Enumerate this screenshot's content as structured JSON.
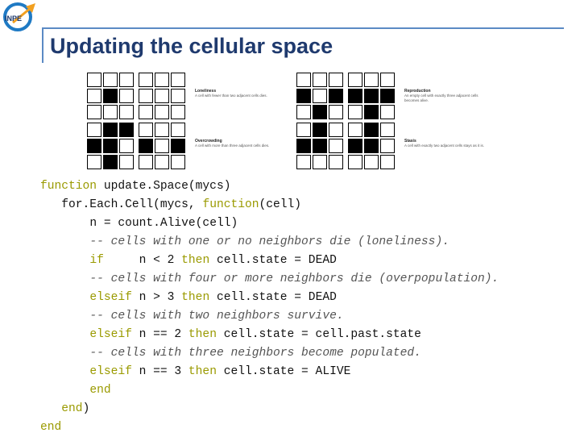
{
  "slide": {
    "title": "Updating the cellular space",
    "logo_text": "INPE"
  },
  "rules": [
    {
      "title": "Loneliness",
      "desc": "A cell with fewer than two adjacent cells dies."
    },
    {
      "title": "Overcrowding",
      "desc": "A cell with more than three adjacent cells dies."
    },
    {
      "title": "Reproduction",
      "desc": "An empty cell with exactly three adjacent cells becomes alive."
    },
    {
      "title": "Stasis",
      "desc": "A cell with exactly two adjacent cells stays as it is."
    }
  ],
  "grids": [
    [
      [
        0,
        0,
        0
      ],
      [
        0,
        1,
        0
      ],
      [
        0,
        0,
        0
      ]
    ],
    [
      [
        0,
        0,
        0
      ],
      [
        0,
        0,
        0
      ],
      [
        0,
        0,
        0
      ]
    ],
    [
      [
        0,
        1,
        1
      ],
      [
        1,
        1,
        0
      ],
      [
        0,
        1,
        0
      ]
    ],
    [
      [
        0,
        0,
        0
      ],
      [
        1,
        0,
        1
      ],
      [
        0,
        0,
        0
      ]
    ],
    [
      [
        0,
        0,
        0
      ],
      [
        1,
        0,
        1
      ],
      [
        0,
        1,
        0
      ]
    ],
    [
      [
        0,
        0,
        0
      ],
      [
        1,
        1,
        1
      ],
      [
        0,
        1,
        0
      ]
    ],
    [
      [
        0,
        1,
        0
      ],
      [
        1,
        1,
        0
      ],
      [
        0,
        0,
        0
      ]
    ],
    [
      [
        0,
        1,
        0
      ],
      [
        1,
        1,
        0
      ],
      [
        0,
        0,
        0
      ]
    ]
  ],
  "code": [
    {
      "indent": "",
      "parts": [
        {
          "t": "function",
          "c": "kw"
        },
        {
          "t": " update.Space(mycs)",
          "c": ""
        }
      ]
    },
    {
      "indent": "   ",
      "parts": [
        {
          "t": "for.Each.Cell(mycs, ",
          "c": ""
        },
        {
          "t": "function",
          "c": "kw"
        },
        {
          "t": "(cell)",
          "c": ""
        }
      ]
    },
    {
      "indent": "       ",
      "parts": [
        {
          "t": "n = count.Alive(cell)",
          "c": ""
        }
      ]
    },
    {
      "indent": "       ",
      "parts": [
        {
          "t": "-- cells with one or no neighbors die (loneliness).",
          "c": "cm"
        }
      ]
    },
    {
      "indent": "       ",
      "parts": [
        {
          "t": "if",
          "c": "kw"
        },
        {
          "t": "     n < 2 ",
          "c": ""
        },
        {
          "t": "then",
          "c": "kw"
        },
        {
          "t": " cell.state = DEAD",
          "c": ""
        }
      ]
    },
    {
      "indent": "       ",
      "parts": [
        {
          "t": "-- cells with four or more neighbors die (overpopulation).",
          "c": "cm"
        }
      ]
    },
    {
      "indent": "       ",
      "parts": [
        {
          "t": "elseif",
          "c": "kw"
        },
        {
          "t": " n > 3 ",
          "c": ""
        },
        {
          "t": "then",
          "c": "kw"
        },
        {
          "t": " cell.state = DEAD",
          "c": ""
        }
      ]
    },
    {
      "indent": "       ",
      "parts": [
        {
          "t": "-- cells with two neighbors survive.",
          "c": "cm"
        }
      ]
    },
    {
      "indent": "       ",
      "parts": [
        {
          "t": "elseif",
          "c": "kw"
        },
        {
          "t": " n == 2 ",
          "c": ""
        },
        {
          "t": "then",
          "c": "kw"
        },
        {
          "t": " cell.state = cell.past.state",
          "c": ""
        }
      ]
    },
    {
      "indent": "       ",
      "parts": [
        {
          "t": "-- cells with three neighbors become populated.",
          "c": "cm"
        }
      ]
    },
    {
      "indent": "       ",
      "parts": [
        {
          "t": "elseif",
          "c": "kw"
        },
        {
          "t": " n == 3 ",
          "c": ""
        },
        {
          "t": "then",
          "c": "kw"
        },
        {
          "t": " cell.state = ALIVE",
          "c": ""
        }
      ]
    },
    {
      "indent": "       ",
      "parts": [
        {
          "t": "end",
          "c": "kw"
        }
      ]
    },
    {
      "indent": "   ",
      "parts": [
        {
          "t": "end",
          "c": "kw"
        },
        {
          "t": ")",
          "c": ""
        }
      ]
    },
    {
      "indent": "",
      "parts": [
        {
          "t": "end",
          "c": "kw"
        }
      ]
    }
  ],
  "colors": {
    "accent": "#1f3a6e",
    "rule_line": "#5b8ac4",
    "keyword": "#9a9a00"
  }
}
